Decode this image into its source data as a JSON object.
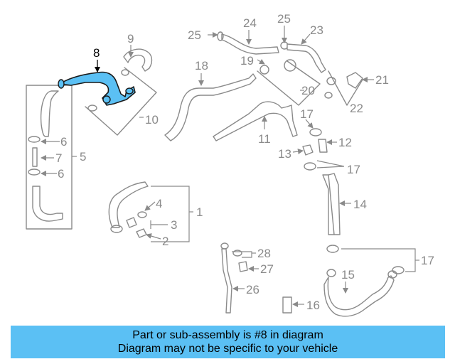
{
  "diagram": {
    "highlight_color": "#5bc0f4",
    "highlighted_part": "8",
    "callouts": [
      "1",
      "2",
      "3",
      "4",
      "5",
      "6",
      "6",
      "7",
      "8",
      "9",
      "10",
      "11",
      "12",
      "13",
      "14",
      "15",
      "16",
      "17",
      "17",
      "17",
      "18",
      "19",
      "20",
      "21",
      "22",
      "23",
      "24",
      "25",
      "25",
      "26",
      "27",
      "28"
    ]
  },
  "banner": {
    "line1": "Part or sub-assembly is #8 in diagram",
    "line2": "Diagram may not be specific to your vehicle",
    "color": "#5bc0f4"
  }
}
